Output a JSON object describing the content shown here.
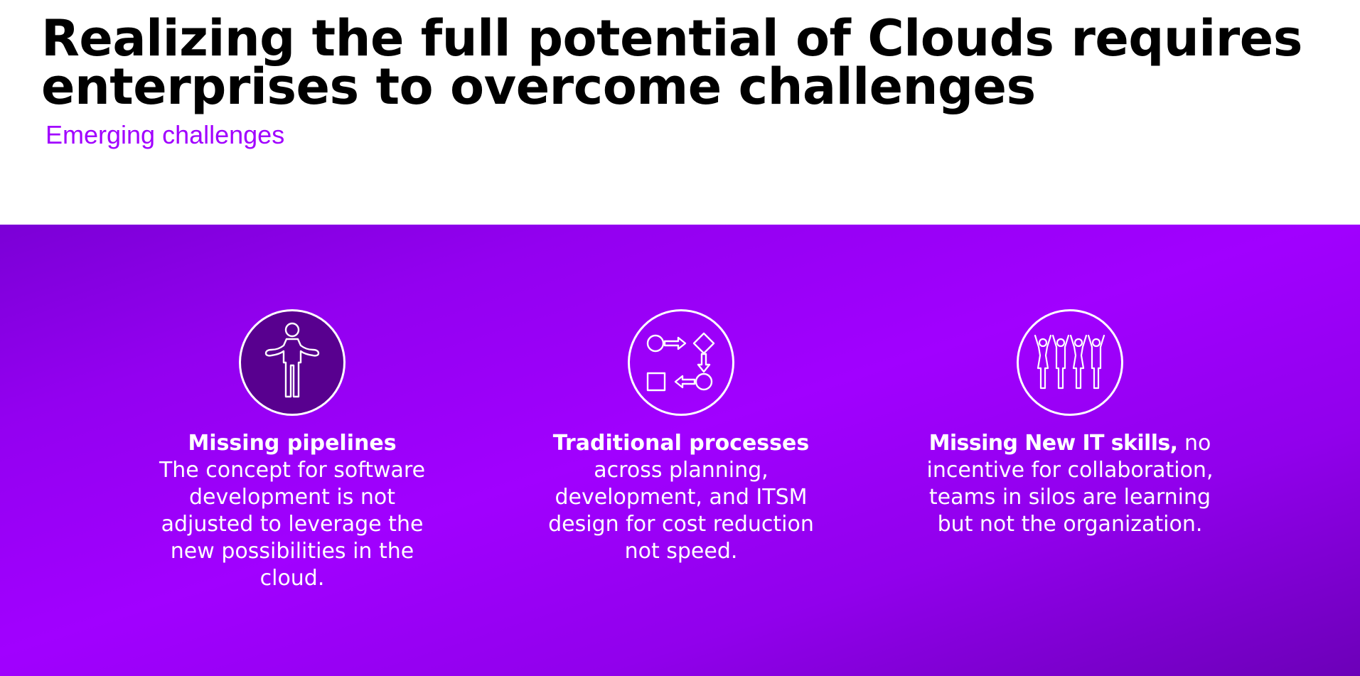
{
  "title": {
    "line1": "Realizing the full potential of Clouds requires",
    "line2": "enterprises to overcome challenges"
  },
  "subtitle": "Emerging challenges",
  "challenges": [
    {
      "icon": "person-shrugging-icon",
      "heading": "Missing pipelines",
      "body": "The concept for software development is not adjusted to leverage the new possibilities in the cloud."
    },
    {
      "icon": "process-flow-icon",
      "heading": "Traditional processes",
      "body": "across planning, development, and ITSM design for cost reduction not speed."
    },
    {
      "icon": "people-group-icon",
      "heading": "Missing New IT skills,",
      "body": "no incentive for collaboration, teams in silos are learning but not the organization."
    }
  ],
  "colors": {
    "accent": "#a100ff",
    "band_dark": "#6c00b8",
    "title": "#000000",
    "text_on_band": "#ffffff"
  }
}
